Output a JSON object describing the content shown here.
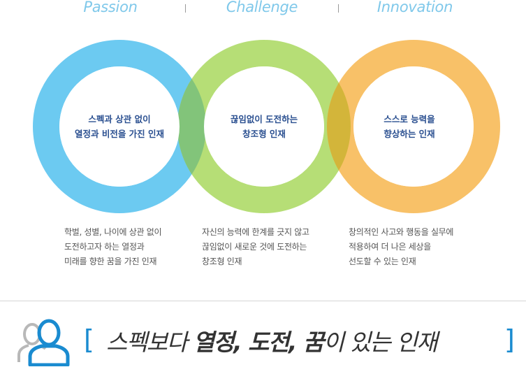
{
  "keywords": [
    {
      "label": "Passion"
    },
    {
      "label": "Challenge"
    },
    {
      "label": "Innovation"
    }
  ],
  "rings": [
    {
      "line1": "스펙과 상관 없이",
      "line2": "열정과 비전을 가진 인재",
      "color": "#6ccaf1"
    },
    {
      "line1": "끊임없이 도전하는",
      "line2": "창조형 인재",
      "color": "#b6de76"
    },
    {
      "line1": "스스로 능력을",
      "line2": "향상하는 인재",
      "color": "#f8c168"
    }
  ],
  "descriptions": [
    {
      "line1": "학벌, 성별, 나이에 상관 없이",
      "line2": "도전하고자 하는 열정과",
      "line3": "미래를 향한 꿈을 가진 인재"
    },
    {
      "line1": "자신의 능력에 한계를 긋지 않고",
      "line2": "끊임없이 새로운 것에 도전하는",
      "line3": "창조형 인재"
    },
    {
      "line1": "창의적인 사고와 행동을 실무에",
      "line2": "적용하여 더 나은 세상을",
      "line3": "선도할 수 있는 인재"
    }
  ],
  "slogan": {
    "open_bracket": "[",
    "part1": "스펙보다 ",
    "bold1": "열정, 도전, 꿈",
    "part2": "이 있는 인재",
    "close_bracket": "]"
  },
  "icons": {
    "people": "people-icon"
  },
  "colors": {
    "accent": "#1a8bd0",
    "overlap_green": "#82c47a",
    "overlap_gold": "#d3b53a"
  }
}
